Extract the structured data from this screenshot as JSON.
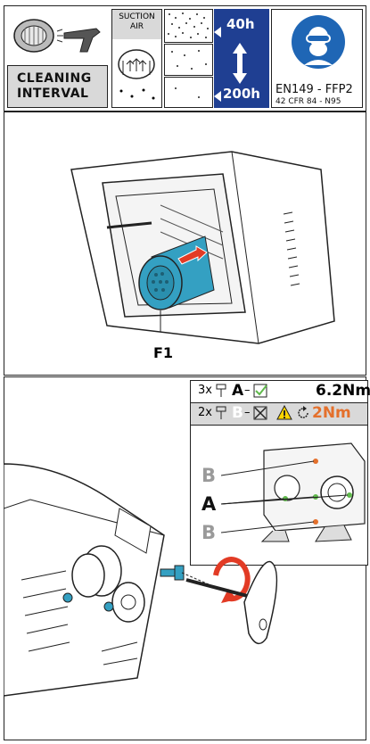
{
  "header": {
    "cleaning_interval": [
      "CLEANING",
      "INTERVAL"
    ],
    "suction_air": [
      "SUCTION",
      "AIR"
    ],
    "hours_min": "40h",
    "hours_max": "200h",
    "standard_main": "EN149 - FFP2",
    "standard_sub": "42 CFR 84 - N95"
  },
  "panel1": {
    "filter_label": "F1"
  },
  "panel2": {
    "row_a": {
      "count": "3x",
      "label": "A",
      "torque": "6.2Nm"
    },
    "row_b": {
      "count": "2x",
      "label": "B",
      "torque": "2Nm"
    },
    "callout_b_top": "B",
    "callout_a": "A",
    "callout_b_bottom": "B"
  },
  "colors": {
    "blue": "#1f3f92",
    "ppe_blue": "#1f66b5",
    "teal": "#34a0c2",
    "red": "#e23b25",
    "green": "#5fb94b",
    "orange": "#e4702c",
    "grey": "#d9d9d9"
  },
  "icons": [
    "filter-icon",
    "blow-gun-icon",
    "respirator-mask-icon",
    "screw-icon",
    "check-box-icon",
    "cross-box-icon",
    "warning-icon",
    "torque-rotation-icon"
  ]
}
